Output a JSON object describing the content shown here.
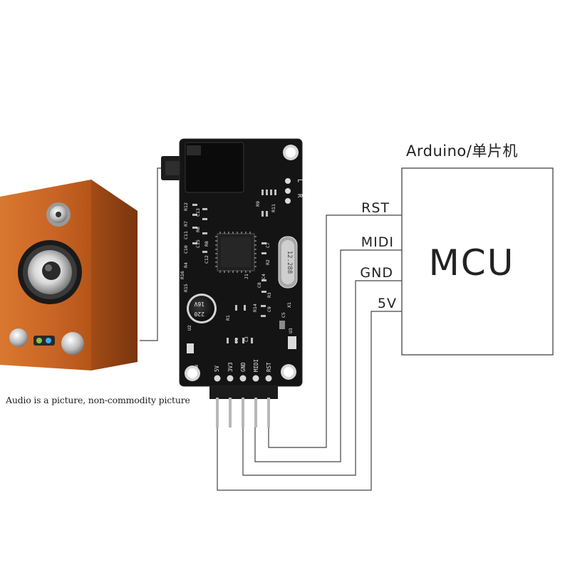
{
  "mcu_box": {
    "header": "Arduino/单片机",
    "title": "MCU"
  },
  "connections": [
    {
      "pin": "RST"
    },
    {
      "pin": "MIDI"
    },
    {
      "pin": "GND"
    },
    {
      "pin": "5V"
    }
  ],
  "board": {
    "pin_headers": [
      "5V",
      "3V3",
      "GND",
      "MIDI",
      "RST"
    ],
    "jack_labels": [
      "R",
      "L"
    ],
    "capacitor_text": [
      "16V",
      "220"
    ],
    "crystal_text": "12.288",
    "silkscreen": [
      "R12",
      "C13",
      "R7",
      "C11",
      "R6",
      "C10",
      "C15",
      "R8",
      "R4",
      "C12",
      "R15",
      "R9",
      "R11",
      "C7",
      "R2",
      "C8",
      "R3",
      "C9",
      "R14",
      "C5",
      "X1",
      "U2",
      "R1",
      "C3",
      "U3",
      "C1",
      "R16",
      "C4",
      "PW",
      "J1"
    ]
  },
  "speaker_caption": "Audio is a picture, non-commodity picture",
  "colors": {
    "line": "#444444",
    "board": "#141414",
    "wood": "#c8642a",
    "wood_dark": "#8a3f16"
  }
}
